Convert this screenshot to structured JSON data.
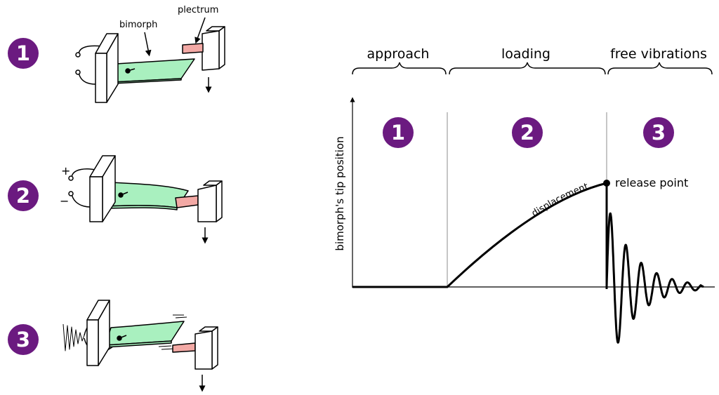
{
  "colors": {
    "badge": "#6b1a80",
    "badge_text": "#ffffff",
    "bimorph": "#a9f0bf",
    "plectrum": "#f3a9a5",
    "stroke": "#000000",
    "divider": "#8c8c8c"
  },
  "badges": {
    "step1": "1",
    "step2": "2",
    "step3": "3"
  },
  "diagram": {
    "bimorph_label": "bimorph",
    "plectrum_label": "plectrum",
    "plus_sign": "+",
    "minus_sign": "−"
  },
  "plot": {
    "phases": [
      {
        "label": "approach"
      },
      {
        "label": "loading"
      },
      {
        "label": "free vibrations"
      }
    ],
    "y_axis_label": "bimorph's tip position",
    "curve_label": "displacement",
    "release_label": "release point"
  }
}
